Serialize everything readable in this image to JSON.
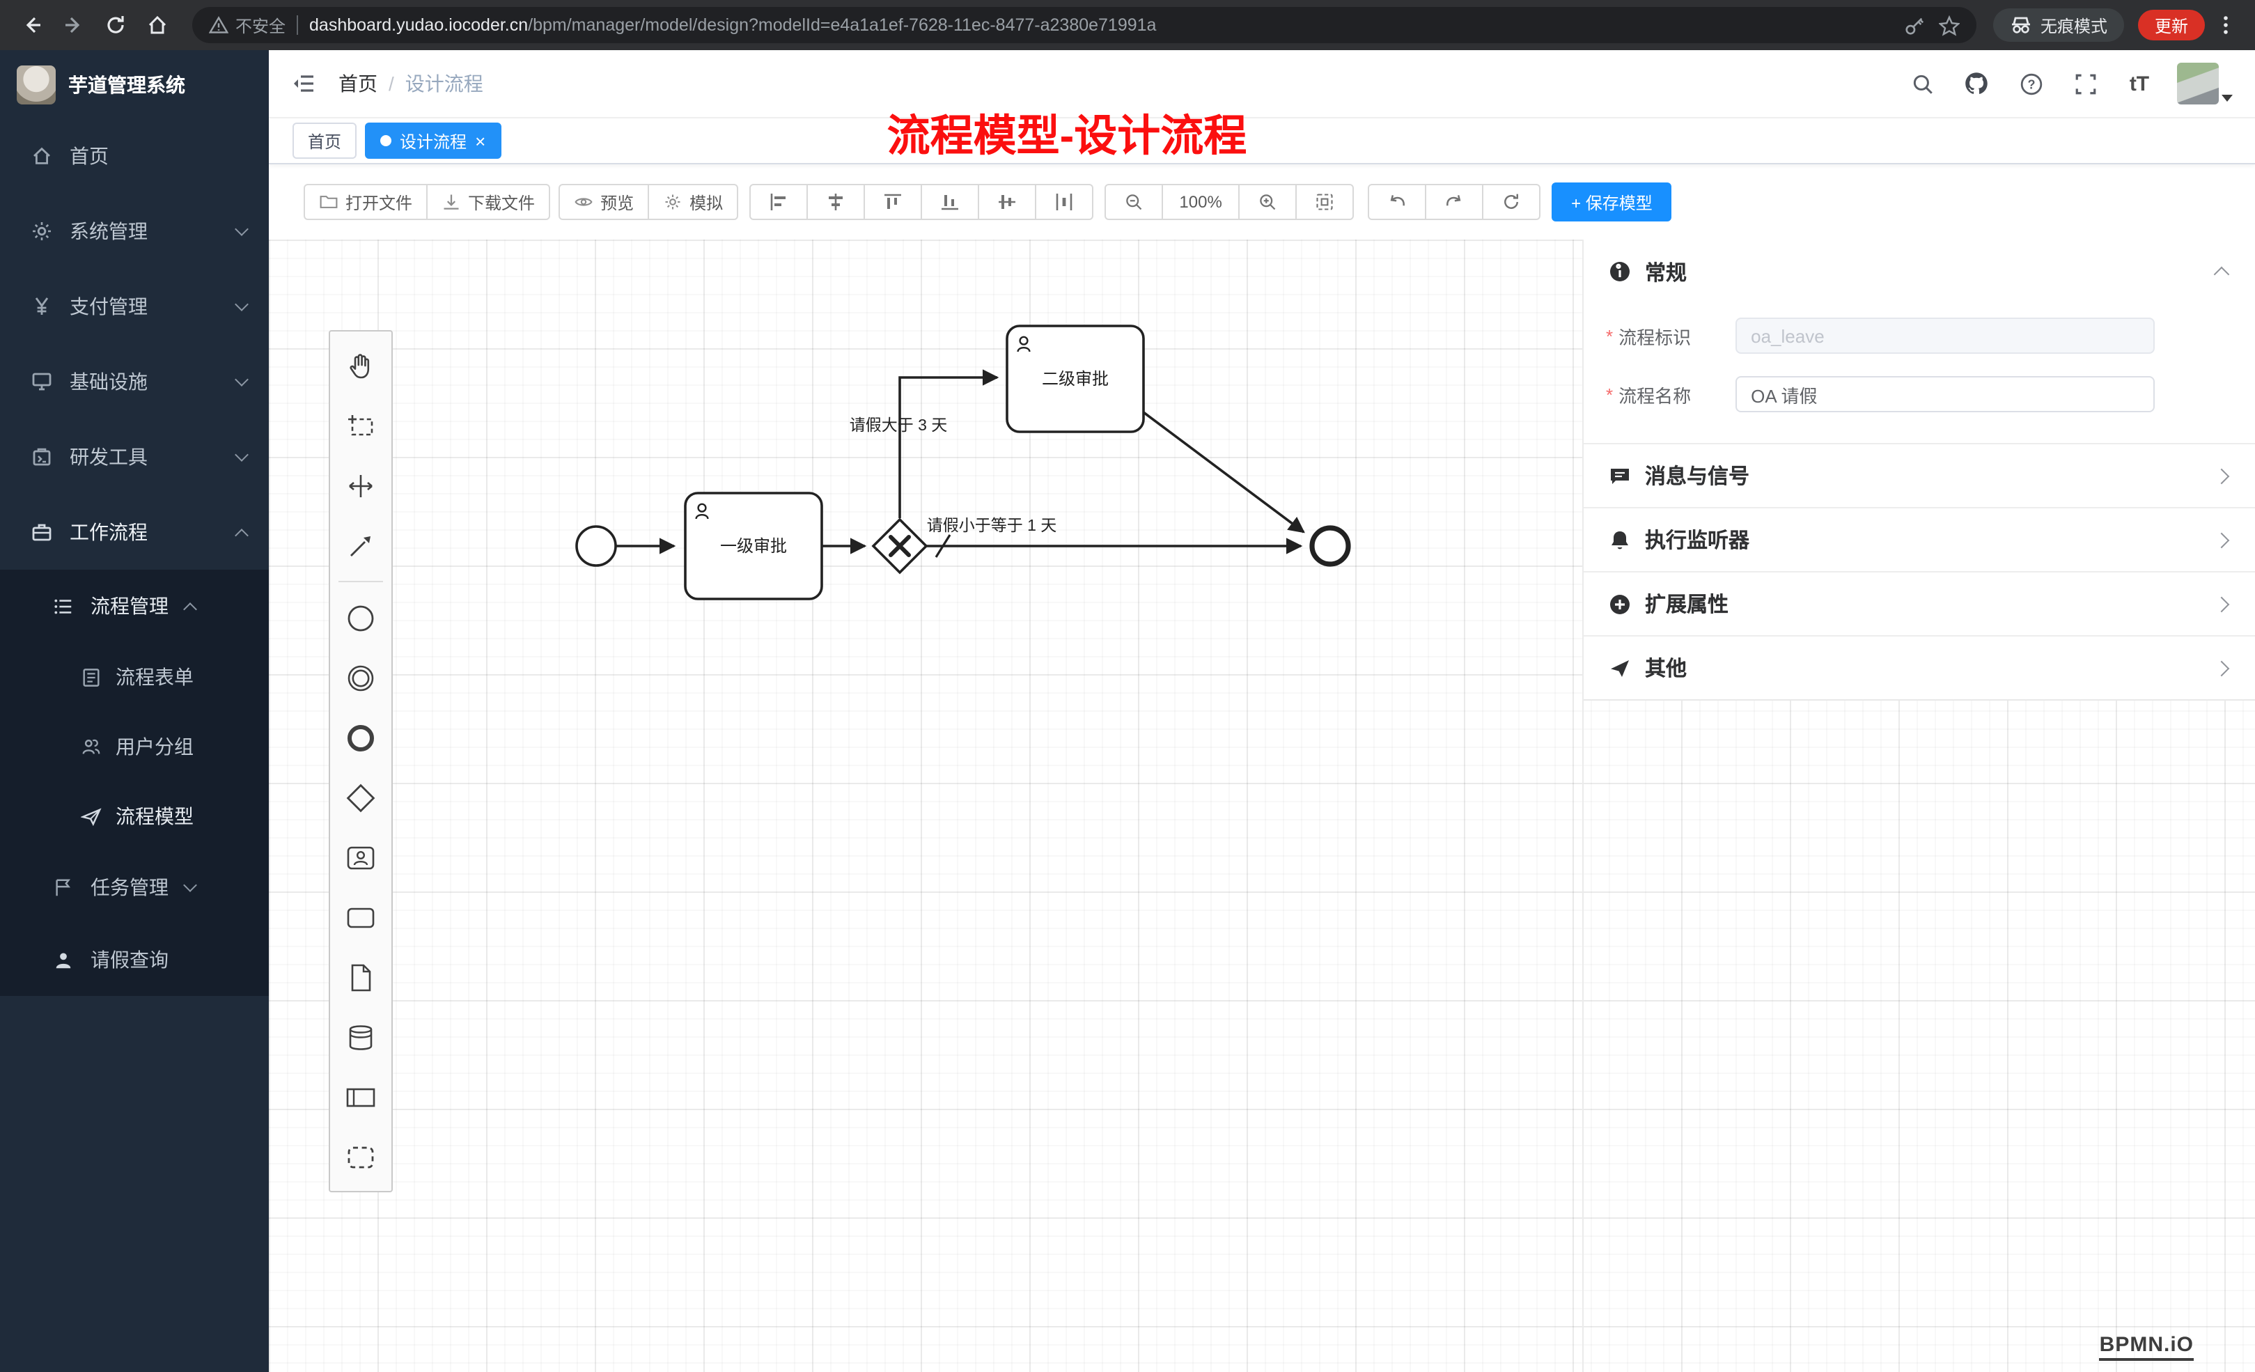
{
  "browser": {
    "security_label": "不安全",
    "url_host": "dashboard.yudao.iocoder.cn",
    "url_path": "/bpm/manager/model/design?modelId=e4a1a1ef-7628-11ec-8477-a2380e71991a",
    "incognito_label": "无痕模式",
    "update_label": "更新"
  },
  "sidebar": {
    "logo_title": "芋道管理系统",
    "items": [
      {
        "label": "首页",
        "icon": "home-icon"
      },
      {
        "label": "系统管理",
        "icon": "gear-icon"
      },
      {
        "label": "支付管理",
        "icon": "payment-icon"
      },
      {
        "label": "基础设施",
        "icon": "infrastructure-icon"
      },
      {
        "label": "研发工具",
        "icon": "devtools-icon"
      },
      {
        "label": "工作流程",
        "icon": "workflow-icon"
      }
    ],
    "submenu": {
      "process_mgmt": "流程管理",
      "process_form": "流程表单",
      "user_group": "用户分组",
      "process_model": "流程模型",
      "task_mgmt": "任务管理",
      "leave_query": "请假查询"
    }
  },
  "header": {
    "breadcrumb_home": "首页",
    "breadcrumb_sep": "/",
    "breadcrumb_current": "设计流程",
    "font_icon_label": "tT",
    "annotation": "流程模型-设计流程"
  },
  "tabs": {
    "home": "首页",
    "active": "设计流程",
    "close_glyph": "×"
  },
  "toolbar": {
    "open_file": "打开文件",
    "download_file": "下载文件",
    "preview": "预览",
    "simulate": "模拟",
    "zoom_level": "100%",
    "save_model": "+ 保存模型"
  },
  "diagram": {
    "task_level1": "一级审批",
    "task_level2": "二级审批",
    "condition_gt3": "请假大于 3 天",
    "condition_lte1": "请假小于等于 1 天"
  },
  "panel": {
    "required_marker": "*",
    "sections": {
      "general": "常规",
      "message_signal": "消息与信号",
      "exec_listener": "执行监听器",
      "ext_props": "扩展属性",
      "other": "其他"
    },
    "form": {
      "process_key_label": "流程标识",
      "process_key_value": "oa_leave",
      "process_name_label": "流程名称",
      "process_name_value": "OA 请假"
    }
  },
  "footer": {
    "bpmn_logo": "BPMN.iO"
  }
}
